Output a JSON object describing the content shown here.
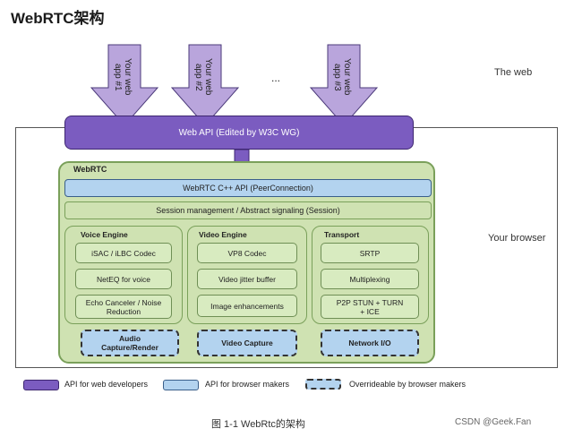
{
  "heading": "WebRTC架构",
  "side_labels": {
    "web": "The web",
    "browser": "Your browser"
  },
  "apps": [
    {
      "line1": "Your web",
      "line2": "app #1"
    },
    {
      "line1": "Your web",
      "line2": "app #2"
    },
    {
      "line1": "Your web",
      "line2": "app #3"
    }
  ],
  "ellipsis": "...",
  "web_api": "Web API (Edited by W3C WG)",
  "webrtc_title": "WebRTC",
  "cpp_api": "WebRTC C++ API (PeerConnection)",
  "session": "Session management / Abstract signaling (Session)",
  "engines": {
    "voice": {
      "title": "Voice Engine",
      "items": [
        "iSAC / iLBC Codec",
        "NetEQ for voice",
        "Echo Canceler / Noise Reduction"
      ]
    },
    "video": {
      "title": "Video Engine",
      "items": [
        "VP8 Codec",
        "Video jitter buffer",
        "Image enhancements"
      ]
    },
    "transport": {
      "title": "Transport",
      "items": [
        "SRTP",
        "Multiplexing",
        "P2P STUN + TURN + ICE"
      ]
    }
  },
  "overridable": [
    "Audio Capture/Render",
    "Video Capture",
    "Network I/O"
  ],
  "legend": [
    {
      "label": "API for web developers",
      "color": "#7b5cc0"
    },
    {
      "label": "API for browser makers",
      "color": "#b3d3ef"
    },
    {
      "label": "Overrideable by browser makers",
      "color": "#b3d3ef"
    }
  ],
  "caption": "图 1-1 WebRtc的架构",
  "watermark": "CSDN @Geek.Fan"
}
